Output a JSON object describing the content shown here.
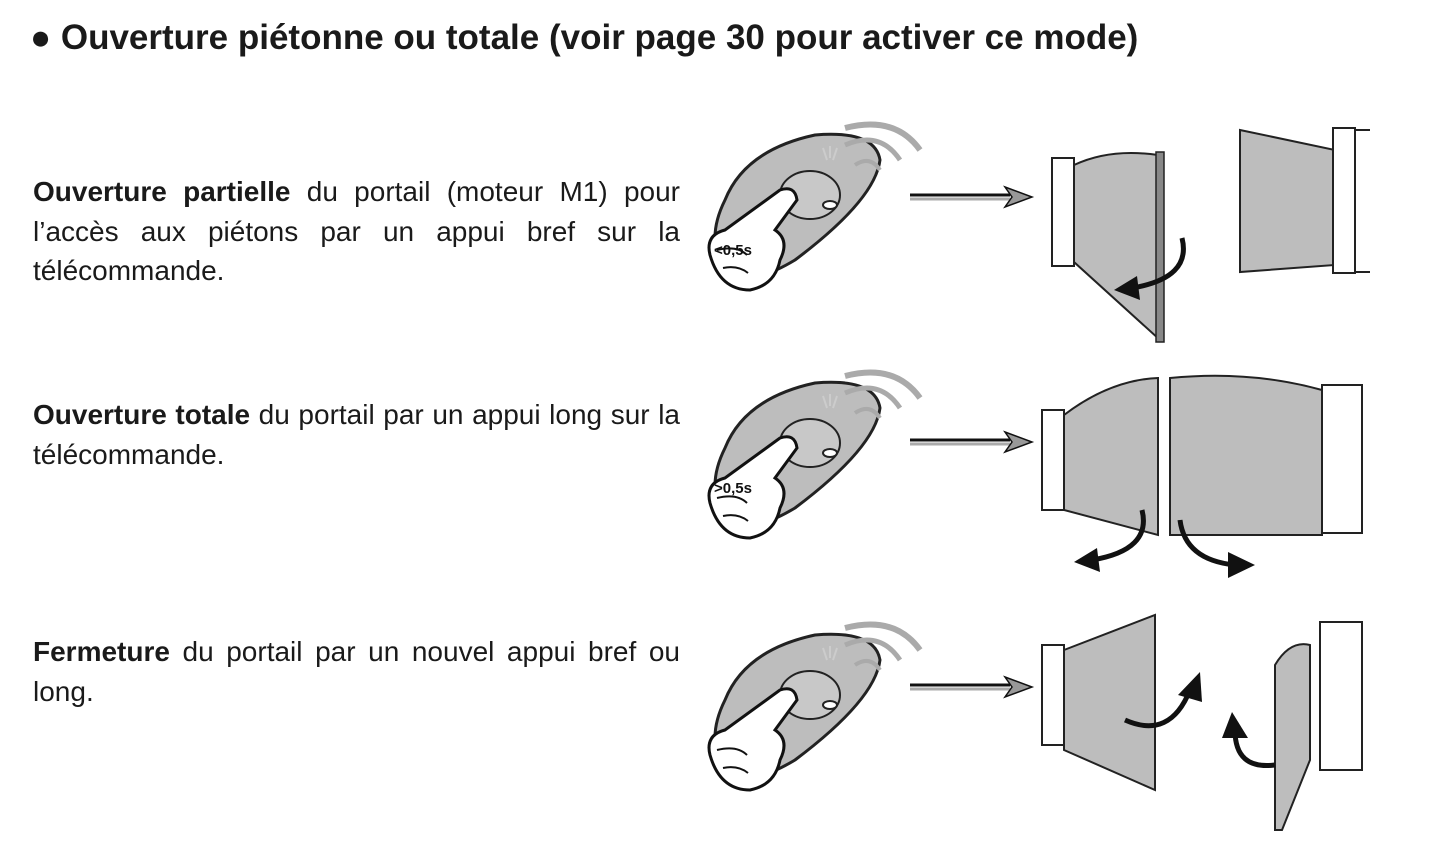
{
  "title": "● Ouverture piétonne ou totale (voir page 30 pour activer ce mode)",
  "sections": [
    {
      "bold": "Ouverture partielle",
      "text": " du portail (moteur M1) pour l’accès aux piétons par un appui bref sur la télécommande.",
      "press_label": "<0,5s"
    },
    {
      "bold": "Ouverture totale",
      "text": " du portail par un appui long sur la télécommande.",
      "press_label": ">0,5s"
    },
    {
      "bold": "Fermeture",
      "text": " du portail par un nouvel appui bref ou long.",
      "press_label": ""
    }
  ]
}
